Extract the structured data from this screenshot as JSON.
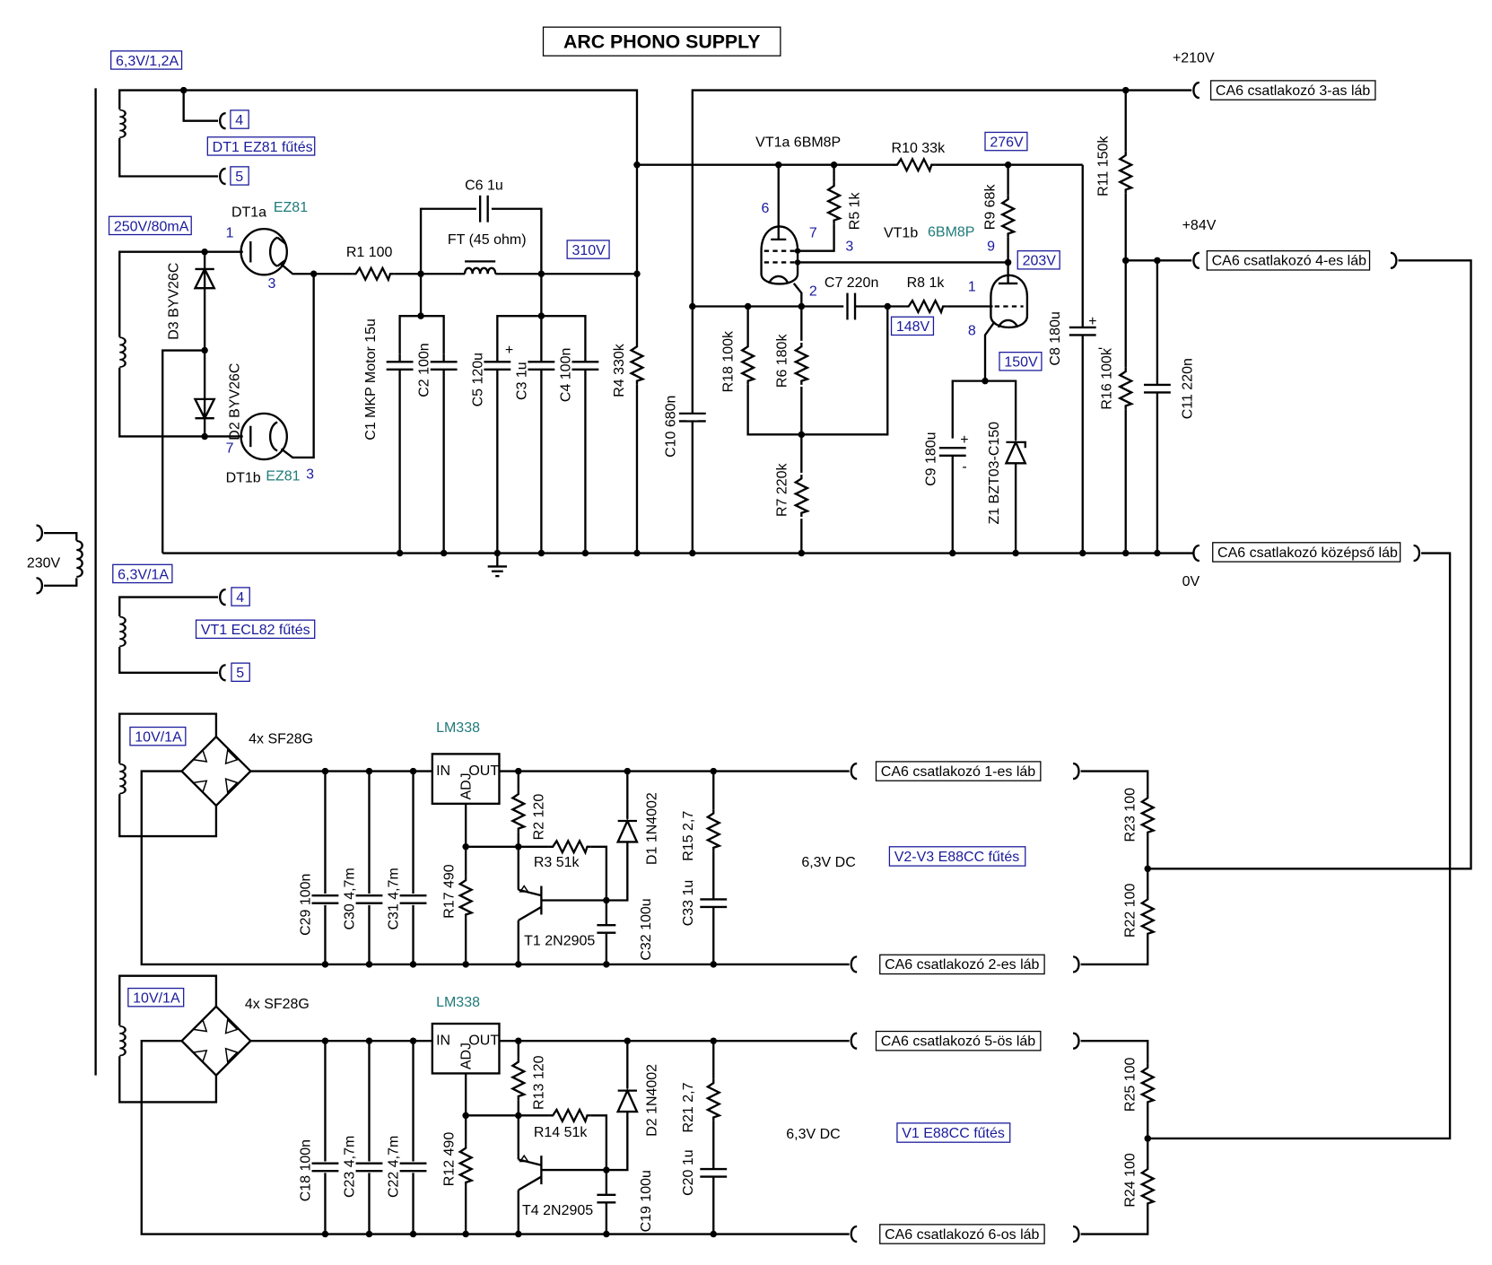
{
  "title": "ARC PHONO SUPPLY",
  "mains": {
    "voltage": "230V"
  },
  "windings": {
    "w1": "6,3V/1,2A",
    "w2": "250V/80mA",
    "w3": "6,3V/1A",
    "w4": "10V/1A",
    "w5": "10V/1A"
  },
  "heater_labels": {
    "dt1": "DT1 EZ81 fűtés",
    "vt1": "VT1 ECL82 fűtés",
    "v2v3": "V2-V3 E88CC fűtés",
    "v1": "V1 E88CC fűtés"
  },
  "pins": {
    "p4a": "4",
    "p5a": "5",
    "p4b": "4",
    "p5b": "5",
    "dt1a_1": "1",
    "dt1a_3": "3",
    "dt1b_7": "7",
    "dt1b_3": "3",
    "vt1a_6": "6",
    "vt1a_7": "7",
    "vt1a_3": "3",
    "vt1a_2": "2",
    "vt1b_9": "9",
    "vt1b_1": "1",
    "vt1b_8": "8"
  },
  "tubes": {
    "dt1a": "DT1a",
    "dt1a_type": "EZ81",
    "dt1b": "DT1b",
    "dt1b_type": "EZ81",
    "vt1a": "VT1a 6BM8P",
    "vt1b": "VT1b",
    "vt1b_type": "6BM8P"
  },
  "voltages": {
    "v310": "310V",
    "v276": "276V",
    "v203": "203V",
    "v148": "148V",
    "v150": "150V",
    "plus210": "+210V",
    "plus84": "+84V",
    "zero": "0V",
    "dc1": "6,3V DC",
    "dc2": "6,3V DC"
  },
  "components": {
    "R1": "R1 100",
    "C6": "C6 1u",
    "FT": "FT (45 ohm)",
    "D3": "D3 BYV26C",
    "D2": "D2 BYV26C",
    "C1": "C1 MKP Motor 15u",
    "C2": "C2 100n",
    "C5": "C5 120u",
    "C3": "C3 1u",
    "C4": "C4 100n",
    "R4": "R4 330k",
    "C10": "C10 680n",
    "R18": "R18 100k",
    "R6": "R6 180k",
    "R7": "R7 220k",
    "R5": "R5 1k",
    "R10": "R10 33k",
    "R9": "R9 68k",
    "C7": "C7 220n",
    "R8": "R8 1k",
    "C8": "C8 180u",
    "C9": "C9 180u",
    "Z1": "Z1 BZT03-C150",
    "R11": "R11 150k",
    "R16": "R16 100k",
    "C11": "C11 220n",
    "bridge1": "4x SF28G",
    "reg1": "LM338",
    "C29": "C29 100n",
    "C30": "C30 4,7m",
    "C31": "C31 4,7m",
    "R17": "R17 490",
    "R2": "R2 120",
    "R3": "R3 51k",
    "D1": "D1 1N4002",
    "R15": "R15 2,7",
    "C33": "C33 1u",
    "T1": "T1 2N2905",
    "C32": "C32 100u",
    "R23": "R23 100",
    "R22": "R22 100",
    "bridge2": "4x SF28G",
    "reg2": "LM338",
    "C18": "C18 100n",
    "C23": "C23 4,7m",
    "C22": "C22 4,7m",
    "R12": "R12 490",
    "R13": "R13 120",
    "R14": "R14 51k",
    "D2b": "D2 1N4002",
    "R21": "R21 2,7",
    "C20": "C20 1u",
    "T4": "T4 2N2905",
    "C19": "C19 100u",
    "R25": "R25 100",
    "R24": "R24 100"
  },
  "regulator_pins": {
    "in": "IN",
    "out": "OUT",
    "adj": "ADJ"
  },
  "connectors": {
    "pin3": "CA6 csatlakozó 3-as láb",
    "pin4": "CA6 csatlakozó 4-es láb",
    "mid": "CA6 csatlakozó középső láb",
    "pin1": "CA6 csatlakozó 1-es láb",
    "pin2": "CA6 csatlakozó 2-es láb",
    "pin5": "CA6 csatlakozó 5-ös láb",
    "pin6": "CA6 csatlakozó 6-os láb"
  },
  "polarity": {
    "plus": "+",
    "minus": "-"
  }
}
